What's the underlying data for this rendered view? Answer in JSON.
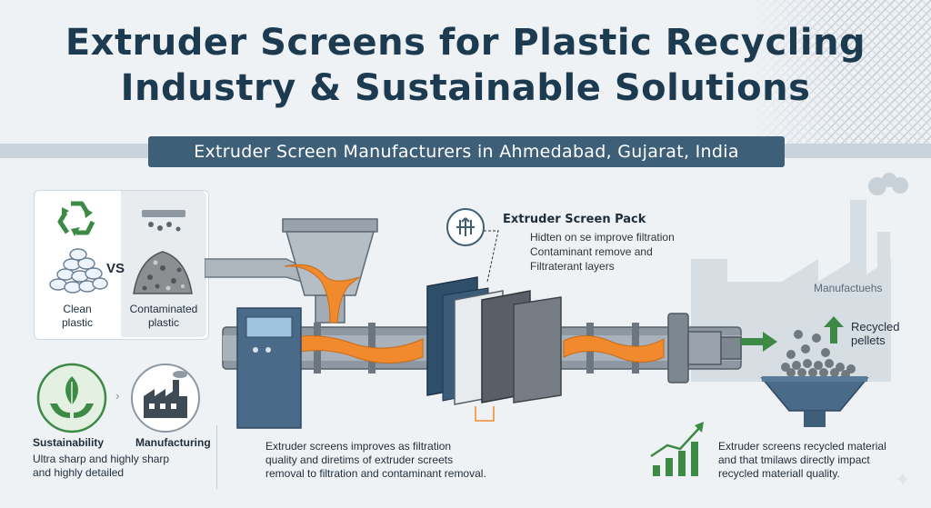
{
  "header": {
    "title_line1": "Extruder Screens for Plastic Recycling",
    "title_line2": "Industry & Sustainable Solutions",
    "subtitle": "Extruder Screen Manufacturers in Ahmedabad, Gujarat, India"
  },
  "comparison": {
    "left_label_1": "Clean",
    "left_label_2": "plastic",
    "vs": "VS",
    "right_label_1": "Contaminated",
    "right_label_2": "plastic"
  },
  "screen_pack": {
    "title": "Extruder Screen Pack",
    "bullets": [
      "Hidten on se improve filtration",
      "Contaminant remove and",
      "Filtraterant layers"
    ]
  },
  "factory_label": "Manufactuehs",
  "recycled_label_1": "Recycled",
  "recycled_label_2": "pellets",
  "sustainability": {
    "label_1": "Sustainability",
    "label_2": "Manufacturing",
    "desc_1": "Ultra sharp and highly sharp",
    "desc_2": "and highly detailed"
  },
  "center_note": {
    "line1": "Extruder screens improves as filtration",
    "line2": "quality and diretims of extruder screets",
    "line3": "removal to filtration and contaminant removal."
  },
  "right_note": {
    "line1": "Extruder screens recycled material",
    "line2": "and that tmilaws directly impact",
    "line3": "recycled materiall quality."
  },
  "colors": {
    "title": "#1c3a50",
    "subtitle_bg": "#3e5f78",
    "melt": "#f08a2c",
    "green": "#3d8a46",
    "steel": "#8e98a2",
    "machine": "#4a6a8a"
  }
}
